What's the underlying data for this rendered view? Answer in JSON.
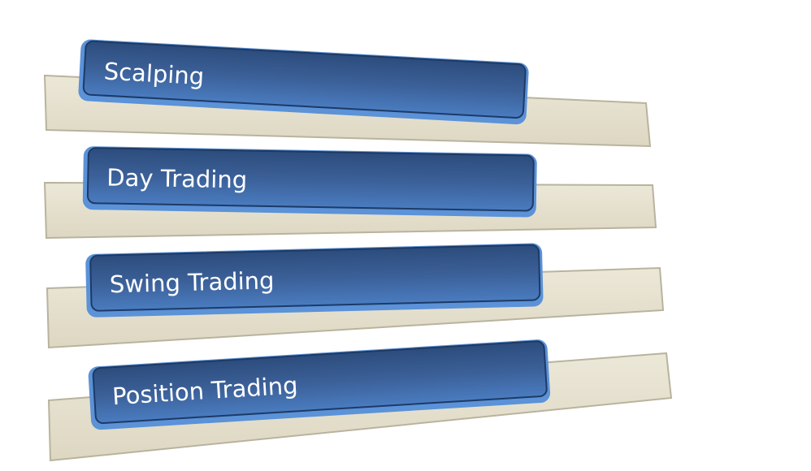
{
  "diagram": {
    "items": [
      {
        "label": "Scalping"
      },
      {
        "label": "Day Trading"
      },
      {
        "label": "Swing Trading"
      },
      {
        "label": "Position Trading"
      }
    ],
    "colors": {
      "box": "#3a5f95",
      "box_edge": "#5b92d8",
      "box_dark": "#1d3a66",
      "bar": "#e2ddc9",
      "bar_edge": "#b9b39e"
    }
  }
}
